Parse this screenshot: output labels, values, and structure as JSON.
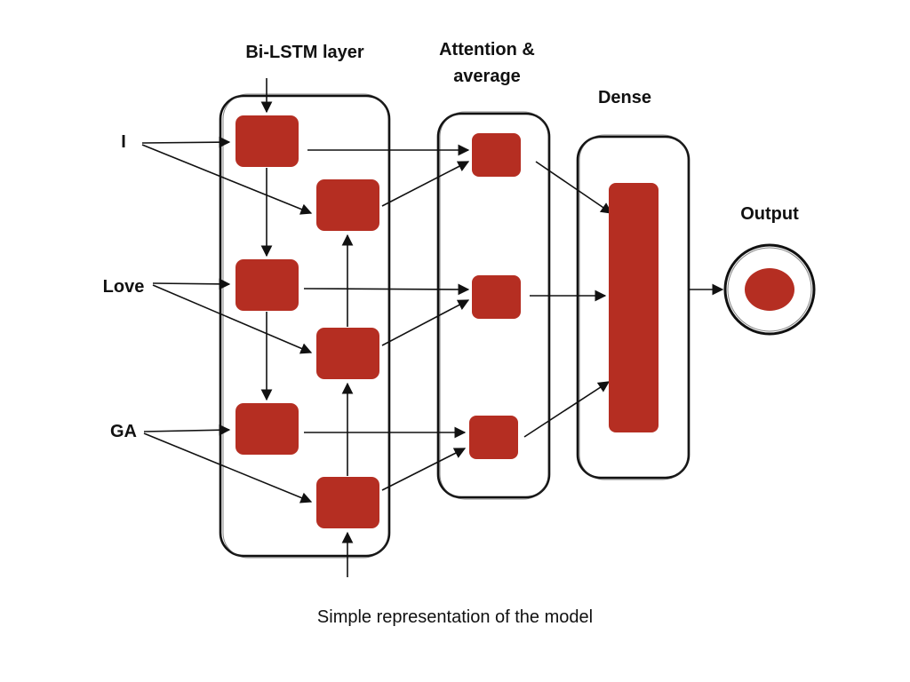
{
  "layers": {
    "bilstm": "Bi-LSTM layer",
    "attention_line1": "Attention &",
    "attention_line2": "average",
    "dense": "Dense",
    "output": "Output"
  },
  "inputs": [
    "I",
    "Love",
    "GA"
  ],
  "caption": "Simple representation of the model",
  "colors": {
    "node": "#b52e22",
    "stroke": "#111111",
    "background": "#ffffff"
  }
}
